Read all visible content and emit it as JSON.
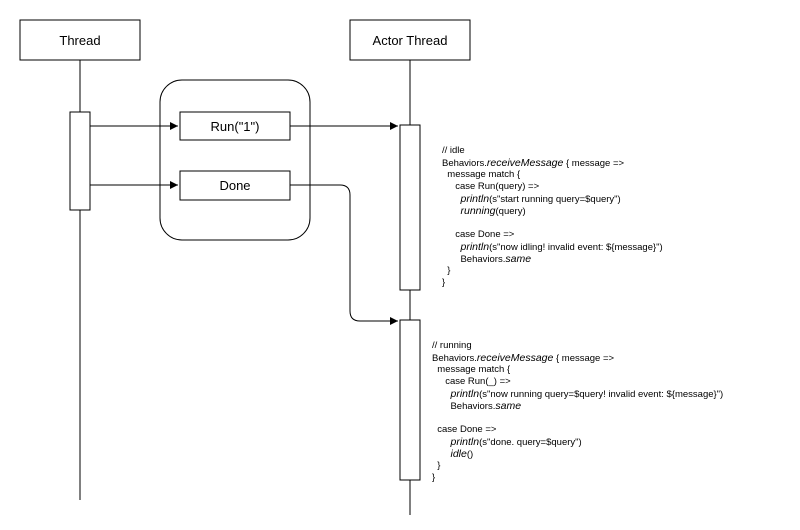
{
  "participants": {
    "thread": "Thread",
    "actor_thread": "Actor Thread"
  },
  "messages": {
    "run": "Run(\"1\")",
    "done": "Done"
  },
  "code_idle": [
    [
      {
        "t": "// idle"
      }
    ],
    [
      {
        "t": "Behaviors."
      },
      {
        "t": "receiveMessage",
        "i": true
      },
      {
        "t": " { message =>"
      }
    ],
    [
      {
        "t": "  message match {"
      }
    ],
    [
      {
        "t": "     case Run(query) =>"
      }
    ],
    [
      {
        "t": "       "
      },
      {
        "t": "println",
        "i": true
      },
      {
        "t": "(s\"start running query=$query\")"
      }
    ],
    [
      {
        "t": "       "
      },
      {
        "t": "running",
        "i": true
      },
      {
        "t": "(query)"
      }
    ],
    [
      {
        "t": ""
      }
    ],
    [
      {
        "t": "     case Done =>"
      }
    ],
    [
      {
        "t": "       "
      },
      {
        "t": "println",
        "i": true
      },
      {
        "t": "(s\"now idling! invalid event: ${message}\")"
      }
    ],
    [
      {
        "t": "       Behaviors."
      },
      {
        "t": "same",
        "i": true
      }
    ],
    [
      {
        "t": "  }"
      }
    ],
    [
      {
        "t": "}"
      }
    ]
  ],
  "code_running": [
    [
      {
        "t": "// running"
      }
    ],
    [
      {
        "t": "Behaviors."
      },
      {
        "t": "receiveMessage",
        "i": true
      },
      {
        "t": " { message =>"
      }
    ],
    [
      {
        "t": "  message match {"
      }
    ],
    [
      {
        "t": "     case Run(_) =>"
      }
    ],
    [
      {
        "t": "       "
      },
      {
        "t": "println",
        "i": true
      },
      {
        "t": "(s\"now running query=$query! invalid event: ${message}\")"
      }
    ],
    [
      {
        "t": "       Behaviors."
      },
      {
        "t": "same",
        "i": true
      }
    ],
    [
      {
        "t": ""
      }
    ],
    [
      {
        "t": "  case Done =>"
      }
    ],
    [
      {
        "t": "       "
      },
      {
        "t": "println",
        "i": true
      },
      {
        "t": "(s\"done. query=$query\")"
      }
    ],
    [
      {
        "t": "       "
      },
      {
        "t": "idle",
        "i": true
      },
      {
        "t": "()"
      }
    ],
    [
      {
        "t": "  }"
      }
    ],
    [
      {
        "t": "}"
      }
    ]
  ]
}
